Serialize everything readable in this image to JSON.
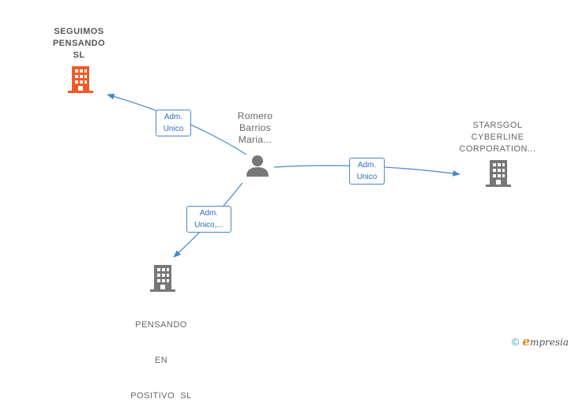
{
  "nodes": {
    "seguimos": {
      "name_lines": [
        "SEGUIMOS",
        "PENSANDO",
        "SL"
      ],
      "color": "#f05a28",
      "icon": "building-icon"
    },
    "person": {
      "name_lines": [
        "Romero",
        "Barrios",
        "Maria..."
      ],
      "color": "#777777",
      "icon": "person-icon"
    },
    "starsgol": {
      "name_lines": [
        "STARSGOL",
        "CYBERLINE",
        "CORPORATION..."
      ],
      "color": "#777777",
      "icon": "building-icon"
    },
    "pensando": {
      "name_lines": [
        "PENSANDO",
        "EN",
        "POSITIVO  SL"
      ],
      "color": "#777777",
      "icon": "building-icon"
    }
  },
  "relations": [
    {
      "label_lines": [
        "Adm.",
        "Unico"
      ]
    },
    {
      "label_lines": [
        "Adm.",
        "Unico"
      ]
    },
    {
      "label_lines": [
        "Adm.",
        "Unico,..."
      ]
    }
  ],
  "edge_color": "#4a86c8",
  "footer": {
    "copyright": "©",
    "brand_initial": "e",
    "brand_rest": "mpresia"
  }
}
